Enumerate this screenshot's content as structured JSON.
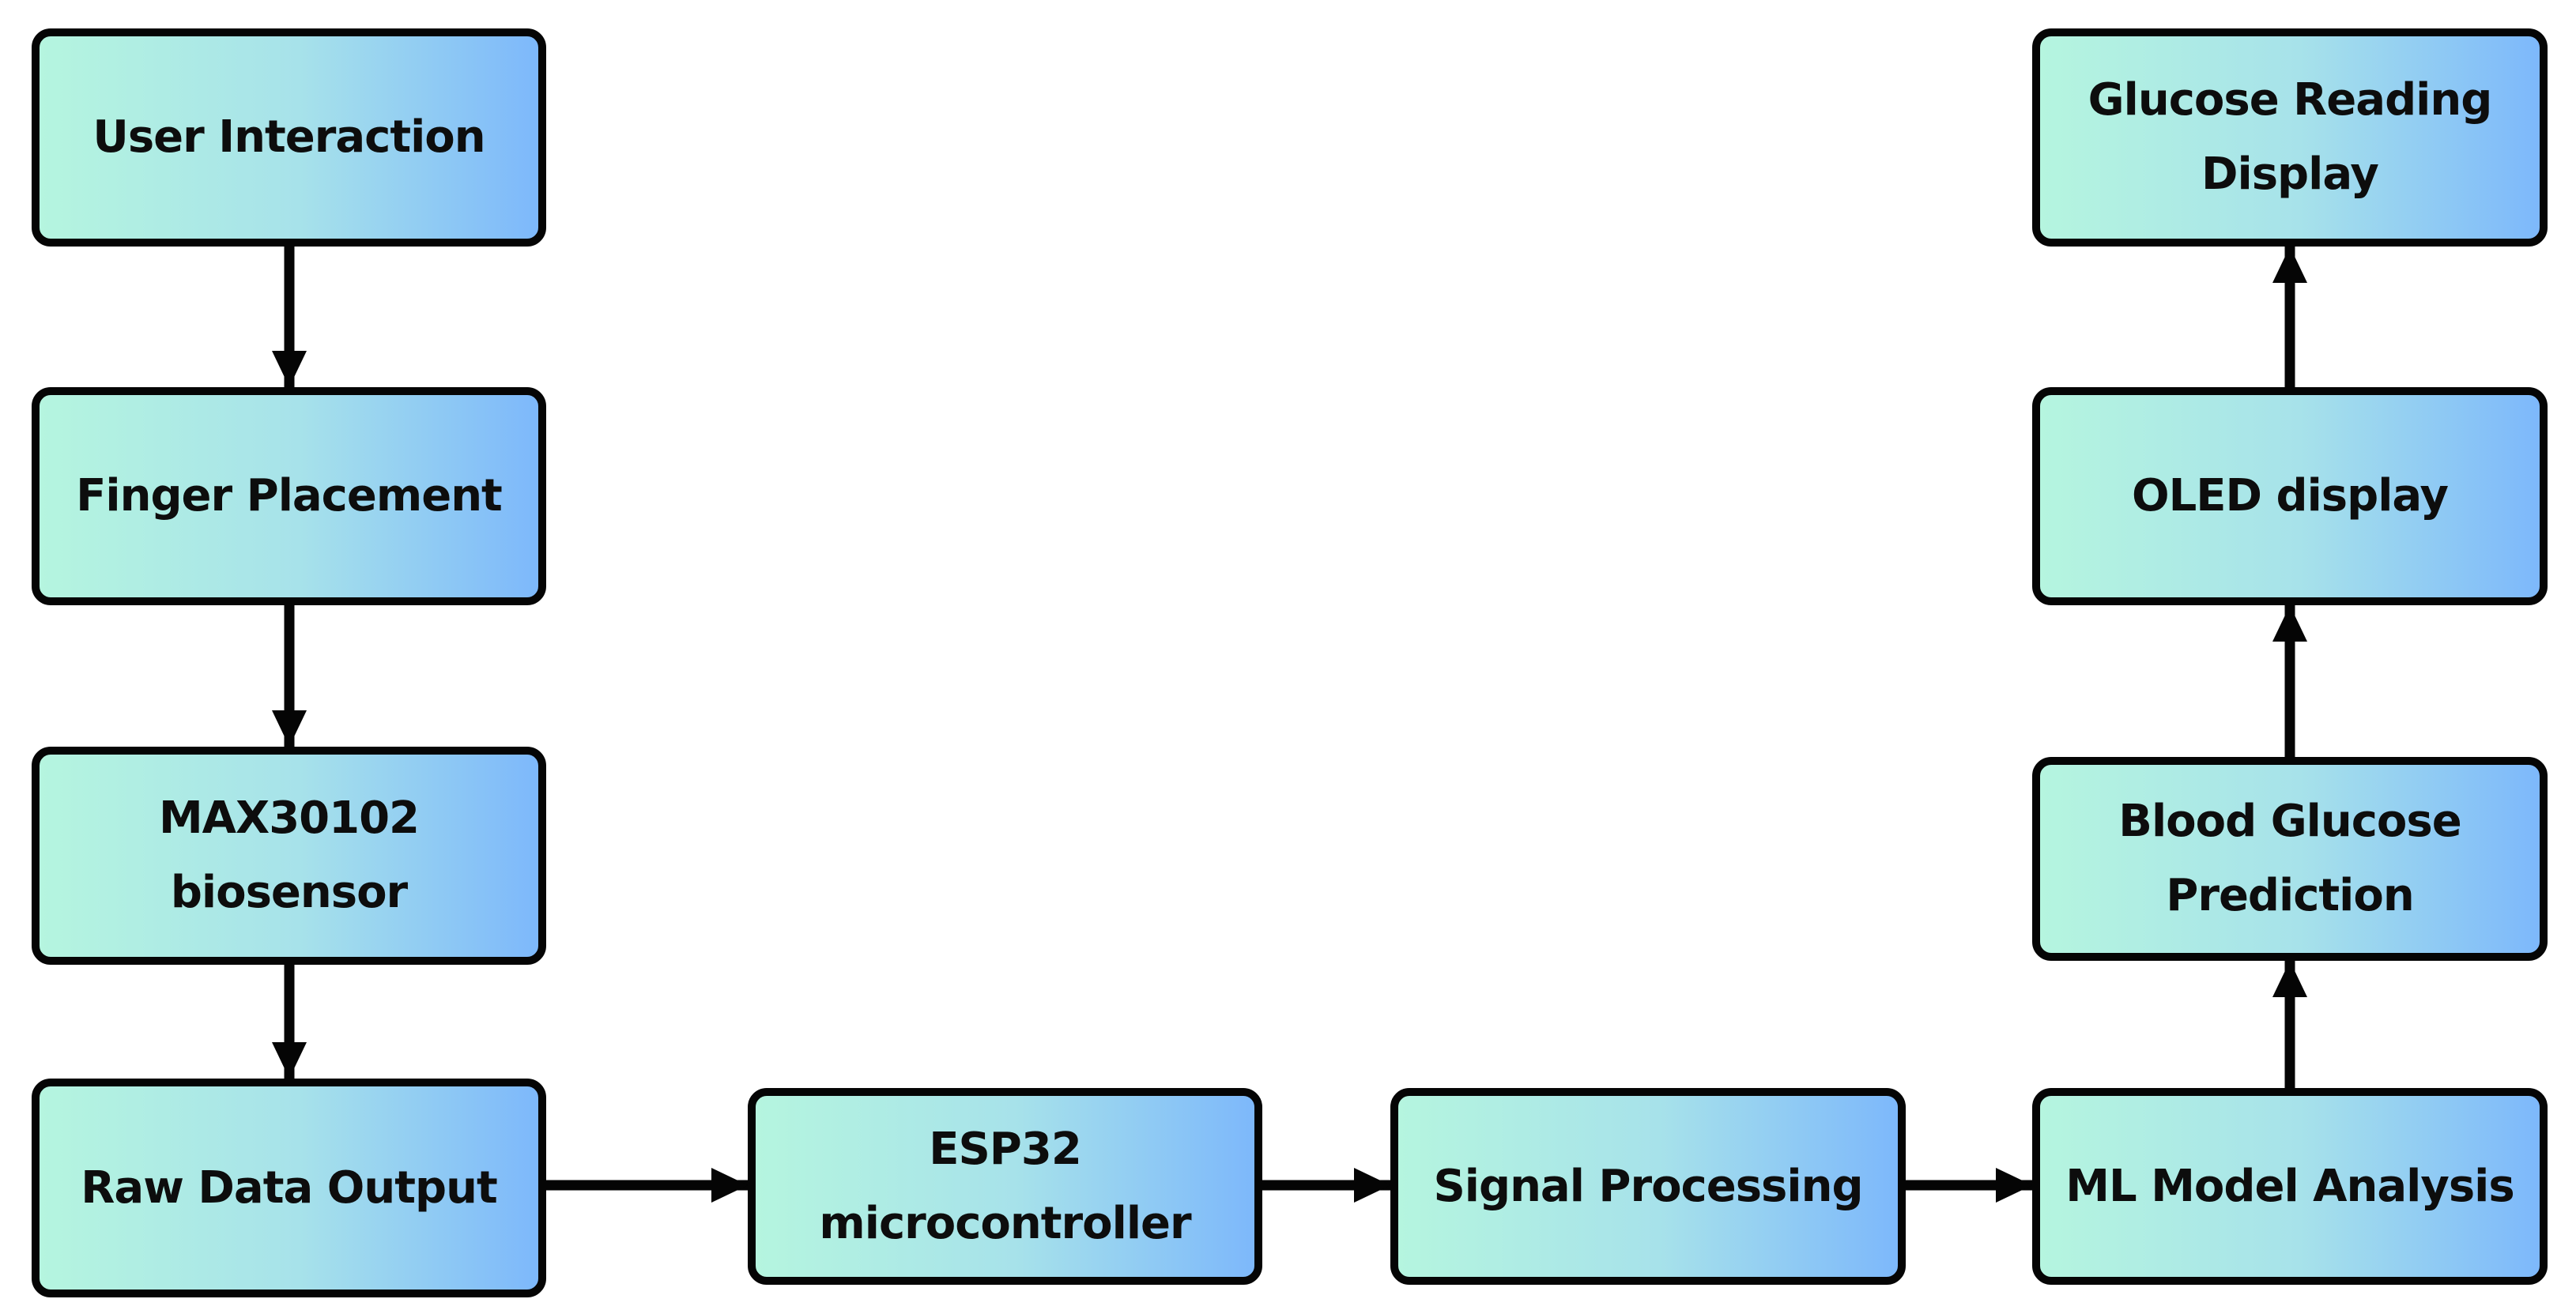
{
  "diagram": {
    "nodes": {
      "user_interaction": "User Interaction",
      "finger_placement": "Finger Placement",
      "biosensor": "MAX30102 biosensor",
      "raw_data_output": "Raw Data Output",
      "esp32": "ESP32\nmicrocontroller",
      "signal_processing": "Signal Processing",
      "ml_model": "ML Model Analysis",
      "blood_glucose_prediction": "Blood Glucose\nPrediction",
      "oled_display": "OLED display",
      "glucose_reading_display": "Glucose Reading\nDisplay"
    },
    "edges": [
      {
        "from": "user_interaction",
        "to": "finger_placement"
      },
      {
        "from": "finger_placement",
        "to": "biosensor"
      },
      {
        "from": "biosensor",
        "to": "raw_data_output"
      },
      {
        "from": "raw_data_output",
        "to": "esp32"
      },
      {
        "from": "esp32",
        "to": "signal_processing"
      },
      {
        "from": "signal_processing",
        "to": "ml_model"
      },
      {
        "from": "ml_model",
        "to": "blood_glucose_prediction"
      },
      {
        "from": "blood_glucose_prediction",
        "to": "oled_display"
      },
      {
        "from": "oled_display",
        "to": "glucose_reading_display"
      }
    ],
    "colors": {
      "box_gradient_start": "#b5f5df",
      "box_gradient_mid": "#a7e2ea",
      "box_gradient_end": "#7db8fb",
      "border": "#050505",
      "text": "#0d0d0d",
      "connector": "#050505"
    }
  }
}
